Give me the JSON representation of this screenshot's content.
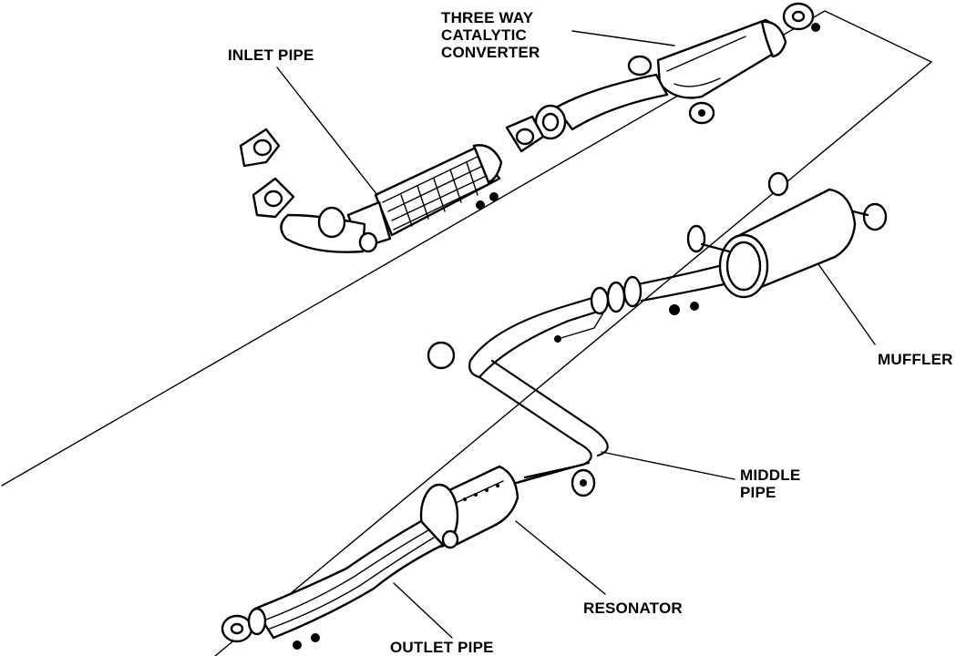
{
  "labels": {
    "three_way_catalytic_converter": [
      "THREE WAY",
      "CATALYTIC",
      "CONVERTER"
    ],
    "inlet_pipe": "INLET PIPE",
    "muffler": "MUFFLER",
    "middle_pipe": [
      "MIDDLE",
      "PIPE"
    ],
    "resonator": "RESONATOR",
    "outlet_pipe": "OUTLET PIPE"
  },
  "colors": {
    "ink": "#000000",
    "paper": "#ffffff"
  }
}
